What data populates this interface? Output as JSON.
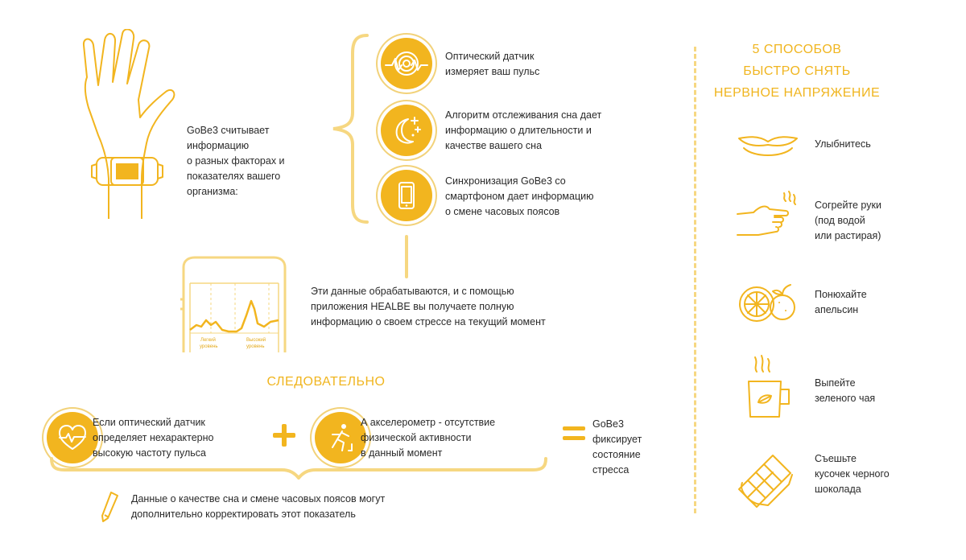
{
  "colors": {
    "accent": "#f2b51f",
    "accent_light": "#f6d781",
    "text": "#2a2a2a"
  },
  "intro": {
    "text_line1": "GoBe3 считывает",
    "text_line2": "информацию",
    "text_line3": "о разных факторах и",
    "text_line4": "показателях вашего",
    "text_line5": "организма:"
  },
  "sensors": [
    {
      "icon": "heart-pulse-icon",
      "line1": "Оптический датчик",
      "line2": "измеряет ваш пульс"
    },
    {
      "icon": "moon-stars-icon",
      "line1": "Алгоритм отслеживания сна дает",
      "line2": "информацию о длительности и",
      "line3": "качестве вашего сна"
    },
    {
      "icon": "smartphone-icon",
      "line1": "Синхронизация GoBe3 со",
      "line2": "смартфоном дает информацию",
      "line3": "о смене часовых поясов"
    }
  ],
  "app": {
    "line1": "Эти данные обрабатываются, и с помощью",
    "line2": "приложения HEALBE вы получаете полную",
    "line3": "информацию о своем стрессе на текущий момент",
    "chart_label_low_1": "Легкий",
    "chart_label_low_2": "уровень",
    "chart_label_high_1": "Высокий",
    "chart_label_high_2": "уровень"
  },
  "conclusion": {
    "title": "СЛЕДОВАТЕЛЬНО",
    "cond1_line1": "Если оптический датчик",
    "cond1_line2": "определяет нехарактерно",
    "cond1_line3": "высокую частоту пульса",
    "cond2_line1": "А акселерометр - отсутствие",
    "cond2_line2": "физической активности",
    "cond2_line3": "в данный момент",
    "result_line1": "GoBe3",
    "result_line2": "фиксирует",
    "result_line3": "состояние",
    "result_line4": "стресса",
    "note_line1": "Данные о качестве сна и смене часовых поясов могут",
    "note_line2": "дополнительно корректировать этот показатель"
  },
  "tips": {
    "title_line1": "5 СПОСОБОВ",
    "title_line2": "БЫСТРО СНЯТЬ",
    "title_line3": "НЕРВНОЕ НАПРЯЖЕНИЕ",
    "items": [
      {
        "icon": "smile-lips-icon",
        "line1": "Улыбнитесь"
      },
      {
        "icon": "warm-hands-icon",
        "line1": "Согрейте руки",
        "line2": "(под водой",
        "line3": "или растирая)"
      },
      {
        "icon": "orange-icon",
        "line1": "Понюхайте",
        "line2": "апельсин"
      },
      {
        "icon": "tea-cup-icon",
        "line1": "Выпейте",
        "line2": "зеленого чая"
      },
      {
        "icon": "chocolate-icon",
        "line1": "Съешьте",
        "line2": "кусочек черного",
        "line3": "шоколада"
      }
    ]
  }
}
